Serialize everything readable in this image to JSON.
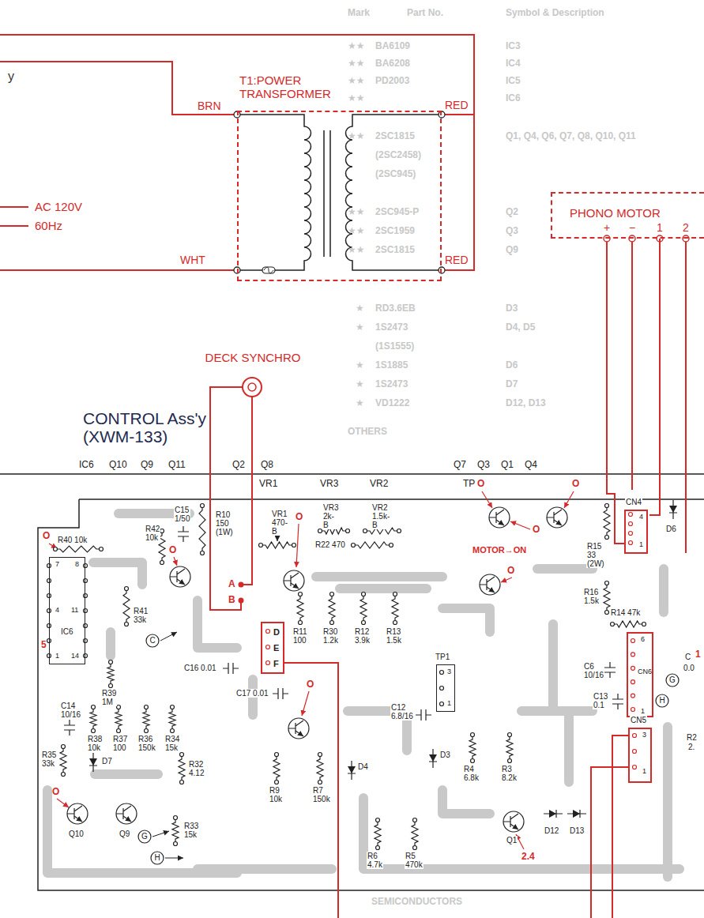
{
  "diagram": {
    "nodes": [
      {
        "text": [
          "T1:POWER TRANSFORMER"
        ]
      },
      {
        "text": [
          "PHONO MOTOR"
        ]
      },
      {
        "text": [
          "DECK SYNCHRO"
        ]
      },
      {
        "text": [
          "CONTROL Ass'y (XWM-133)"
        ]
      },
      {
        "text": [
          "CN4",
          "4",
          "1"
        ],
        "in": 3
      },
      {
        "text": [
          "IC6",
          "7",
          "8",
          "4",
          "11",
          "1",
          "14"
        ],
        "in": 3
      },
      {
        "text": [
          "C"
        ],
        "in": 3
      },
      {
        "text": [
          "D",
          "E",
          "F"
        ],
        "in": 3
      },
      {
        "text": [
          "TP1",
          "3",
          "1"
        ],
        "in": 3
      },
      {
        "text": [
          "CN6",
          "6",
          "1"
        ],
        "in": 3
      },
      {
        "text": [
          "G"
        ],
        "in": 3
      },
      {
        "text": [
          "H"
        ],
        "in": 3
      },
      {
        "text": [
          "CN5",
          "3",
          "1"
        ],
        "in": 3
      },
      {
        "text": [
          "G"
        ],
        "in": 3
      },
      {
        "text": [
          "H"
        ],
        "in": 3
      }
    ],
    "edges": [
      {
        "from": 1,
        "to": 4,
        "arrow": "none"
      }
    ],
    "labels": [
      "y",
      "AC 120V",
      "60Hz",
      "BRN",
      "WHT",
      "RED",
      "RED",
      "+",
      "−",
      "1",
      "2",
      "IC6",
      "Q10",
      "Q9",
      "Q11",
      "Q2",
      "Q8",
      "VR1",
      "VR3",
      "VR2",
      "TP",
      "Q7",
      "Q3",
      "Q1",
      "Q4",
      "R40 10k",
      "R42 10k",
      "C15 1/50",
      "R10 150 (1W)",
      "A",
      "B",
      "VR1 470-B",
      "VR3 2k-B",
      "VR2 1.5k-B",
      "R22 470",
      "MOTOR→ON",
      "R15 33 (2W)",
      "R16 1.5k",
      "R14 47k",
      "D6",
      "R41 33k",
      "R39 1M",
      "C14 10/16",
      "R38 10k",
      "R37 100",
      "R36 150k",
      "R34 15k",
      "C16 0.01",
      "C17 0.01",
      "R11 100",
      "R30 1.2k",
      "R12 3.9k",
      "R13 1.5k",
      "C12 6.8/16",
      "C6 10/16",
      "C13 0.1",
      "R35 33k",
      "D7",
      "Q10",
      "Q9",
      "R32 4.12",
      "R33 15k",
      "R9 10k",
      "R7 150k",
      "D4",
      "D3",
      "R6 4.7k",
      "R5 470k",
      "R4 6.8k",
      "R3 8.2k",
      "Q1",
      "D12",
      "D13",
      "C",
      "0.0",
      "R2",
      "2.",
      "O",
      "O",
      "O",
      "O",
      "O",
      "O",
      "O",
      "O",
      "O",
      "5",
      "2.4",
      "1",
      "Mark",
      "Part No.",
      "Symbol & Description",
      "★★",
      "BA6109",
      "IC3",
      "★★",
      "BA6208",
      "IC4",
      "★★",
      "PD2003",
      "IC5",
      "★★",
      "IC6",
      "★★",
      "2SC1815",
      "Q1, Q4, Q6, Q7, Q8, Q10, Q11",
      "(2SC2458)",
      "(2SC945)",
      "★★",
      "2SC945-P",
      "Q2",
      "★★",
      "2SC1959",
      "Q3",
      "★★",
      "2SC1815",
      "Q9",
      "★",
      "RD3.6EB",
      "D3",
      "★",
      "1S2473",
      "D4, D5",
      "(1S1555)",
      "★",
      "1S1885",
      "D6",
      "★",
      "1S2473",
      "D7",
      "★",
      "VD1222",
      "D12, D13",
      "OTHERS",
      "SEMICONDUCTORS"
    ]
  }
}
